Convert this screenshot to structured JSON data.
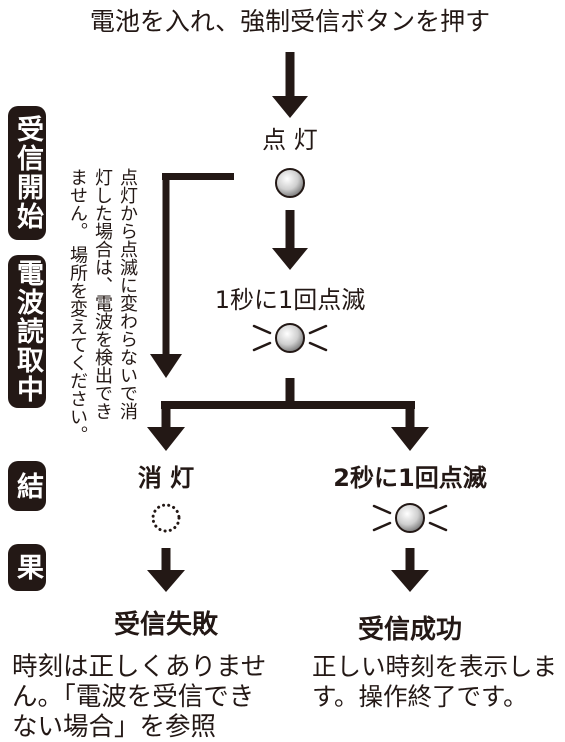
{
  "title": "電池を入れ、強制受信ボタンを押す",
  "sidebar": {
    "reception_start": "受信開始",
    "reading": "電波読取中",
    "result_1": "結",
    "result_2": "果"
  },
  "steps": {
    "lit": "点 灯",
    "blink_1s": "1秒に1回点滅"
  },
  "note": {
    "lines": [
      "点灯から点滅に変わらないで消",
      "灯した場合は、電波を検出でき",
      "ません。 場所を変えてください。"
    ]
  },
  "failure": {
    "state": "消 灯",
    "result": "受信失敗",
    "description": [
      "時刻は正しくありませ",
      "ん。「電波を受信でき",
      "ない場合」を参照"
    ]
  },
  "success": {
    "state": "2秒に1回点滅",
    "result": "受信成功",
    "description": [
      "正しい時刻を表示しま",
      "す。操作終了です。"
    ]
  },
  "colors": {
    "ink": "#231815",
    "box": "#231815",
    "box_text": "#ffffff",
    "lamp_highlight": "#ffffff",
    "lamp_mid": "#cfcfcf",
    "lamp_shadow": "#6e6e6e"
  }
}
